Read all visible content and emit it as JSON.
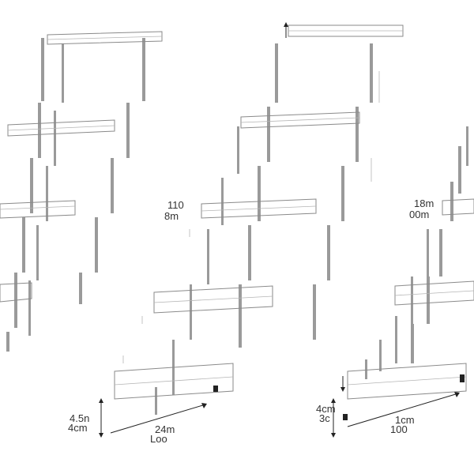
{
  "image": {
    "subject": "",
    "background_color": "#ffffff",
    "line_color": "#8a8a8a"
  },
  "shelves": {
    "center_columns": [
      {
        "label_top": "110",
        "label_bottom": "8m"
      }
    ],
    "right_columns": [
      {
        "label_top": "18m",
        "label_bottom": "00m"
      }
    ]
  },
  "dimensions": {
    "left_unit": {
      "depth_top": "4.5n",
      "depth_bottom": "4cm",
      "width_top": "24m",
      "width_bottom": "Loo"
    },
    "right_unit": {
      "depth_top": "4cm",
      "depth_bottom": "3c",
      "width_top": "1cm",
      "width_bottom": "100"
    }
  }
}
